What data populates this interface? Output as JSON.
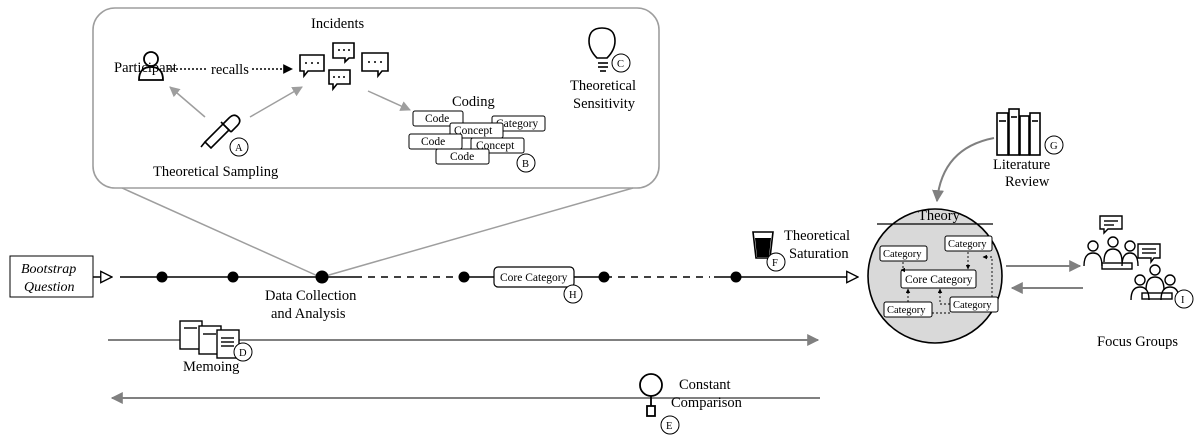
{
  "bootstrap": {
    "line1": "Bootstrap",
    "line2": "Question"
  },
  "sampling": {
    "participant": "Participant",
    "recalls": "recalls",
    "incidents": "Incidents",
    "coding": "Coding",
    "theoretical_sampling": "Theoretical Sampling",
    "sensitivity_line1": "Theoretical",
    "sensitivity_line2": "Sensitivity",
    "coding_boxes": {
      "code1": "Code",
      "concept1": "Concept",
      "category": "Category",
      "code2": "Code",
      "concept2": "Concept",
      "code3": "Code"
    }
  },
  "timeline": {
    "data_collection_line1": "Data Collection",
    "data_collection_line2": "and Analysis",
    "core_category": "Core Category",
    "saturation_line1": "Theoretical",
    "saturation_line2": "Saturation"
  },
  "theory": {
    "title": "Theory",
    "core": "Core Category",
    "cat_top_left": "Category",
    "cat_top_right": "Category",
    "cat_bottom_left": "Category",
    "cat_bottom_right": "Category"
  },
  "literature": {
    "line1": "Literature",
    "line2": "Review"
  },
  "focus_groups": "Focus Groups",
  "memoing": "Memoing",
  "constant_comparison": {
    "line1": "Constant",
    "line2": "Comparison"
  },
  "markers": {
    "A": "A",
    "B": "B",
    "C": "C",
    "D": "D",
    "E": "E",
    "F": "F",
    "G": "G",
    "H": "H",
    "I": "I"
  },
  "colors": {
    "line": "#000000",
    "grey_line": "#9e9e9e",
    "theory_fill": "#d9d9d9",
    "arrow_grey": "#808080"
  }
}
